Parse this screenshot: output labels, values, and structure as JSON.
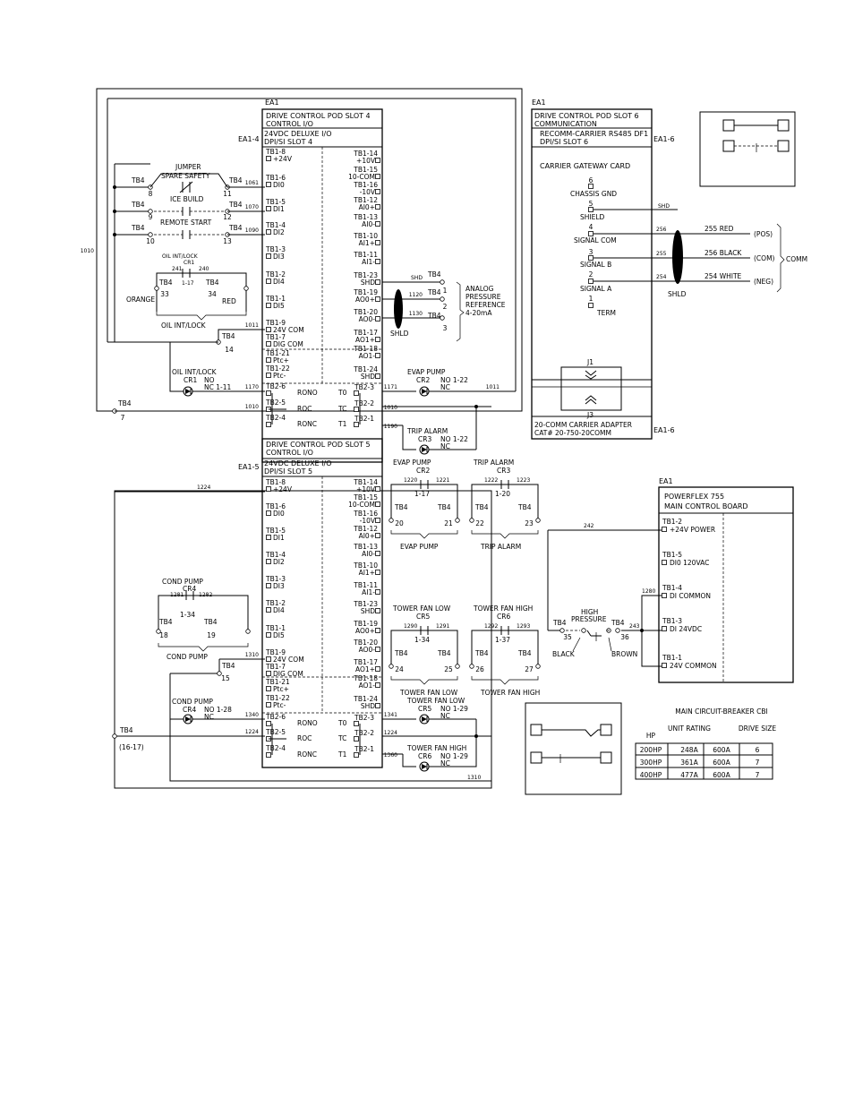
{
  "labels": {
    "ea1_a": "EA1",
    "ea1_b": "EA1",
    "ea1_c": "EA1",
    "pod4_t1": "DRIVE CONTROL POD SLOT 4",
    "pod4_t2": "CONTROL I/O",
    "pod4_t3": "24VDC DELUXE I/O",
    "pod4_t4": "DPI/SI SLOT 4",
    "ea14": "EA1-4",
    "pod5_t1": "DRIVE CONTROL POD SLOT 5",
    "pod5_t2": "CONTROL I/O",
    "pod5_t3": "24VDC DELUXE I/O",
    "pod5_t4": "DPI/SI SLOT 5",
    "ea15": "EA1-5",
    "pod6_t1": "DRIVE CONTROL POD SLOT 6",
    "pod6_t2": "COMMUNICATION",
    "pod6_t3": "RECOMM-CARRIER RS485 DF1",
    "pod6_t4": "DPI/SI SLOT 6",
    "ea16a": "EA1-6",
    "ea16b": "EA1-6",
    "gw": "CARRIER GATEWAY CARD",
    "chassis": "CHASSIS GND",
    "shield": "SHIELD",
    "sigcom": "SIGNAL COM",
    "sigb": "SIGNAL B",
    "siga": "SIGNAL A",
    "term": "TERM",
    "j1": "J1",
    "j3": "J3",
    "adapter1": "20-COMM CARRIER ADAPTER",
    "adapter2": "CAT# 20-750-20COMM",
    "pos": "(POS)",
    "com": "(COM)",
    "neg": "(NEG)",
    "comm": "COMM",
    "shd": "SHD",
    "w256": "256",
    "w255": "255",
    "w254": "254",
    "red": "255  RED",
    "black": "256  BLACK",
    "white": "254  WHITE",
    "shld": "SHLD",
    "pf1": "POWERFLEX 755",
    "pf2": "MAIN CONTROL BOARD",
    "jumper": "JUMPER",
    "spare": "SPARE SAFETY",
    "icebuild": "ICE BUILD",
    "remote": "REMOTE START",
    "oil1": "OIL INT/LOCK",
    "oilcr": "CR1",
    "oilint": "OIL INT/LOCK",
    "orange": "ORANGE",
    "redc": "RED",
    "oiln": "1-17",
    "analog1": "ANALOG",
    "analog2": "PRESSURE",
    "analog3": "REFERENCE",
    "analog4": "4-20mA",
    "evap_top": "EVAP PUMP",
    "evap_cr": "CR2",
    "oil2": "OIL INT/LOCK",
    "oil2cr": "CR1",
    "no1": "NO",
    "nc111": "NC 1-11",
    "no122": "NO 1-22",
    "nc": "NC",
    "trip": "TRIP ALARM",
    "tripcr": "CR3",
    "tripno": "NO 1-22",
    "tripnc": "NC",
    "evapc1": "EVAP PUMP",
    "evapc2": "CR2",
    "evapn": "1-17",
    "evapb": "EVAP PUMP",
    "tripc1": "TRIP ALARM",
    "tripc2": "CR3",
    "tripn": "1-20",
    "tripb": "TRIP ALARM",
    "condc1": "COND PUMP",
    "condc2": "CR4",
    "condn": "1-34",
    "condb": "COND PUMP",
    "tfl1": "TOWER FAN LOW",
    "tfl2": "CR5",
    "tfln": "1-34",
    "tflb": "TOWER FAN LOW",
    "tfh1": "TOWER FAN HIGH",
    "tfh2": "CR6",
    "tfhn": "1-37",
    "tfhb": "TOWER FAN HIGH",
    "cond_r": "COND PUMP",
    "cond_rcr": "CR4",
    "cond_rno": "NO 1-28",
    "cond_rnc": "NC",
    "tfl_r": "TOWER FAN LOW",
    "tfl_rcr": "CR5",
    "tfl_rno": "NO 1-29",
    "tfl_rnc": "NC",
    "tfh_r": "TOWER FAN HIGH",
    "tfh_rcr": "CR6",
    "tfh_rno": "NO 1-29",
    "tfh_rnc": "NC",
    "hp1": "HIGH",
    "hp2": "PRESSURE",
    "blackw": "BLACK",
    "brownw": "BROWN",
    "tb1_2": "TB1-2",
    "p24": "+24V POWER",
    "tb1_5": "TB1-5",
    "di0": "DI0 120VAC",
    "tb1_4": "TB1-4",
    "dicom": "DI COMMON",
    "tb1_3": "TB1-3",
    "di24": "DI 24VDC",
    "tb1_1": "TB1-1",
    "com24": "24V COMMON",
    "tb4": "TB4",
    "tb4_1617": "(16-17)"
  },
  "pod_left": [
    [
      "TB1-8",
      "+24V"
    ],
    [
      "TB1-6",
      "DI0"
    ],
    [
      "TB1-5",
      "DI1"
    ],
    [
      "TB1-4",
      "DI2"
    ],
    [
      "TB1-3",
      "DI3"
    ],
    [
      "TB1-2",
      "DI4"
    ],
    [
      "TB1-1",
      "DI5"
    ],
    [
      "TB1-9",
      "24V COM"
    ],
    [
      "TB1-7",
      "DIG COM"
    ],
    [
      "TB1-21",
      "Ptc+"
    ],
    [
      "TB1-22",
      "Ptc-"
    ],
    [
      "TB2-6",
      ""
    ],
    [
      "TB2-5",
      ""
    ],
    [
      "TB2-4",
      ""
    ]
  ],
  "pod_right": [
    [
      "TB1-14",
      "+10V"
    ],
    [
      "TB1-15",
      "10-COM"
    ],
    [
      "TB1-16",
      "-10V"
    ],
    [
      "TB1-12",
      "AI0+"
    ],
    [
      "TB1-13",
      "AI0-"
    ],
    [
      "TB1-10",
      "AI1+"
    ],
    [
      "TB1-11",
      "AI1-"
    ],
    [
      "TB1-23",
      "SHD"
    ],
    [
      "TB1-19",
      "AO0+"
    ],
    [
      "TB1-20",
      "AO0-"
    ],
    [
      "TB1-17",
      "AO1+"
    ],
    [
      "TB1-18",
      "AO1-"
    ],
    [
      "TB1-24",
      "SHD"
    ],
    [
      "TB2-3",
      ""
    ],
    [
      "TB2-2",
      ""
    ],
    [
      "TB2-1",
      ""
    ]
  ],
  "relay_labels": [
    "RONO",
    "ROC",
    "RONC"
  ],
  "t_labels": [
    "T0",
    "TC",
    "T1"
  ],
  "wires": [
    "1010",
    "1061",
    "1070",
    "1090",
    "1011",
    "1170",
    "1010",
    "1171",
    "1011",
    "1010",
    "1190",
    "1120",
    "1130",
    "1224",
    "1310",
    "1340",
    "1224",
    "1360",
    "1341",
    "1310",
    "242",
    "1280",
    "243",
    "241",
    "240",
    "1220",
    "1221",
    "1222",
    "1223",
    "1281",
    "1282",
    "1290",
    "1291",
    "1292",
    "1293",
    "SHD"
  ],
  "term_nums": [
    "8",
    "11",
    "9",
    "12",
    "10",
    "13",
    "33",
    "34",
    "14",
    "7",
    "1",
    "2",
    "3",
    "20",
    "21",
    "22",
    "23",
    "18",
    "19",
    "15",
    "24",
    "25",
    "26",
    "27",
    "35",
    "36",
    "6",
    "5",
    "4",
    "3",
    "2",
    "1"
  ],
  "table": {
    "headers": [
      "HP",
      "UNIT RATING",
      "MAIN CIRCUIT-BREAKER CBI",
      "DRIVE SIZE"
    ],
    "rows": [
      [
        "200HP",
        "248A",
        "600A",
        "6"
      ],
      [
        "300HP",
        "361A",
        "600A",
        "7"
      ],
      [
        "400HP",
        "477A",
        "600A",
        "7"
      ]
    ]
  }
}
